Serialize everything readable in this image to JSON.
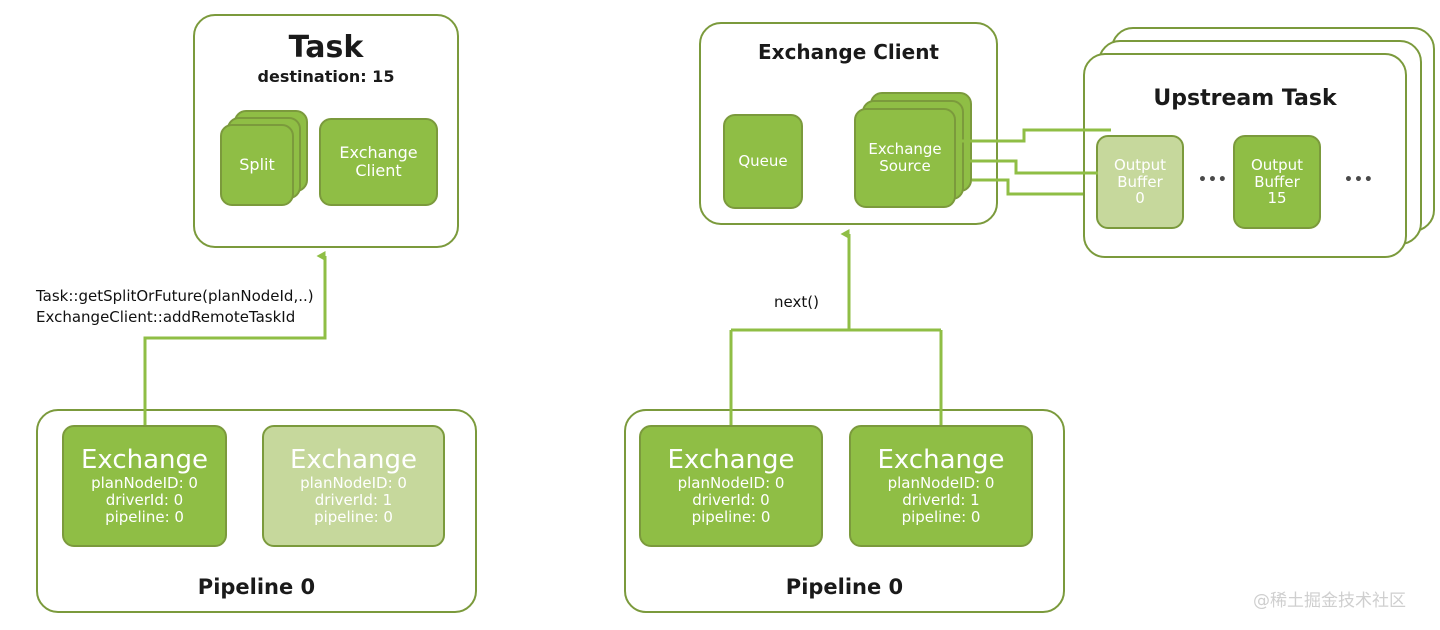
{
  "diagram": {
    "title": "Presto Exchange Client / Upstream Task data flow",
    "colors": {
      "node_dark_green": "#8FBE45",
      "node_light_green": "#C6D89C",
      "border_green": "#7B9A3C",
      "connector_green": "#8FBE45",
      "text_dark": "#1a1a1a",
      "text_on_node": "#ffffff",
      "background": "#ffffff",
      "watermark": "#cfcfcf"
    }
  },
  "left": {
    "task_box": {
      "title": "Task",
      "subtitle": "destination: 15",
      "nodes": {
        "split": "Split",
        "exchange_client_line1": "Exchange",
        "exchange_client_line2": "Client"
      }
    },
    "call_label": {
      "line1": "Task::getSplitOrFuture(planNodeId,..)",
      "line2": "ExchangeClient::addRemoteTaskId"
    },
    "pipeline_box": {
      "footer": "Pipeline 0",
      "exchanges": [
        {
          "title": "Exchange",
          "plan_node_id": "planNodeID: 0",
          "driver_id": "driverId: 0",
          "pipeline": "pipeline: 0",
          "shade": "dark"
        },
        {
          "title": "Exchange",
          "plan_node_id": "planNodeID: 0",
          "driver_id": "driverId: 1",
          "pipeline": "pipeline: 0",
          "shade": "light"
        }
      ]
    }
  },
  "right": {
    "exchange_client_box": {
      "title": "Exchange Client",
      "nodes": {
        "queue": "Queue",
        "exchange_source_line1": "Exchange",
        "exchange_source_line2": "Source"
      }
    },
    "upstream_task_box": {
      "title": "Upstream Task",
      "stack_count": 3,
      "output_buffers": [
        {
          "line1": "Output",
          "line2": "Buffer",
          "line3": "0",
          "shade": "light"
        },
        {
          "line1": "Output",
          "line2": "Buffer",
          "line3": "15",
          "shade": "dark"
        }
      ],
      "ellipsis_middle": "•••",
      "ellipsis_right": "•••"
    },
    "next_label": "next()",
    "pipeline_box": {
      "footer": "Pipeline 0",
      "exchanges": [
        {
          "title": "Exchange",
          "plan_node_id": "planNodeID: 0",
          "driver_id": "driverId: 0",
          "pipeline": "pipeline: 0",
          "shade": "dark"
        },
        {
          "title": "Exchange",
          "plan_node_id": "planNodeID: 0",
          "driver_id": "driverId: 1",
          "pipeline": "pipeline: 0",
          "shade": "dark"
        }
      ]
    }
  },
  "watermark": "@稀土掘金技术社区"
}
